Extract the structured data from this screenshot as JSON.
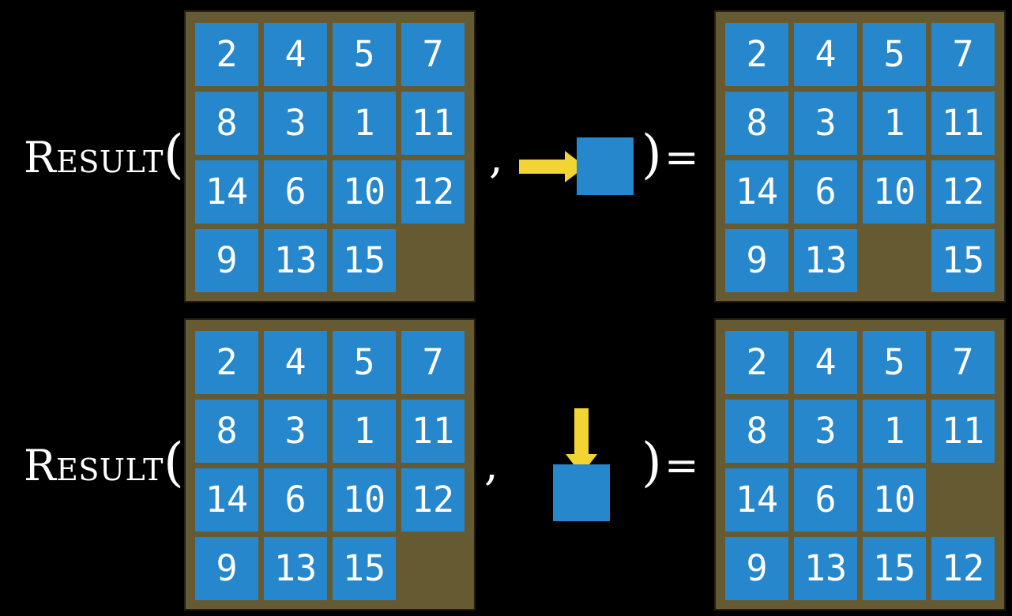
{
  "colors": {
    "background": "#000000",
    "board_frame": "#665A33",
    "tile_blue": "#2787CC",
    "arrow_yellow": "#F2D532",
    "text_white": "#FFFFFF"
  },
  "rows": [
    {
      "id": "move-right-example",
      "function_label": "Result",
      "open_paren": "(",
      "comma": ",",
      "close_paren": ")",
      "equals": "=",
      "action": {
        "icon": "arrow-right-into-tile",
        "direction": "right"
      },
      "input_grid": [
        [
          "2",
          "4",
          "5",
          "7"
        ],
        [
          "8",
          "3",
          "1",
          "11"
        ],
        [
          "14",
          "6",
          "10",
          "12"
        ],
        [
          "9",
          "13",
          "15",
          ""
        ]
      ],
      "output_grid": [
        [
          "2",
          "4",
          "5",
          "7"
        ],
        [
          "8",
          "3",
          "1",
          "11"
        ],
        [
          "14",
          "6",
          "10",
          "12"
        ],
        [
          "9",
          "13",
          "",
          "15"
        ]
      ]
    },
    {
      "id": "move-down-example",
      "function_label": "Result",
      "open_paren": "(",
      "comma": ",",
      "close_paren": ")",
      "equals": "=",
      "action": {
        "icon": "arrow-down-into-tile",
        "direction": "down"
      },
      "input_grid": [
        [
          "2",
          "4",
          "5",
          "7"
        ],
        [
          "8",
          "3",
          "1",
          "11"
        ],
        [
          "14",
          "6",
          "10",
          "12"
        ],
        [
          "9",
          "13",
          "15",
          ""
        ]
      ],
      "output_grid": [
        [
          "2",
          "4",
          "5",
          "7"
        ],
        [
          "8",
          "3",
          "1",
          "11"
        ],
        [
          "14",
          "6",
          "10",
          ""
        ],
        [
          "9",
          "13",
          "15",
          "12"
        ]
      ]
    }
  ]
}
